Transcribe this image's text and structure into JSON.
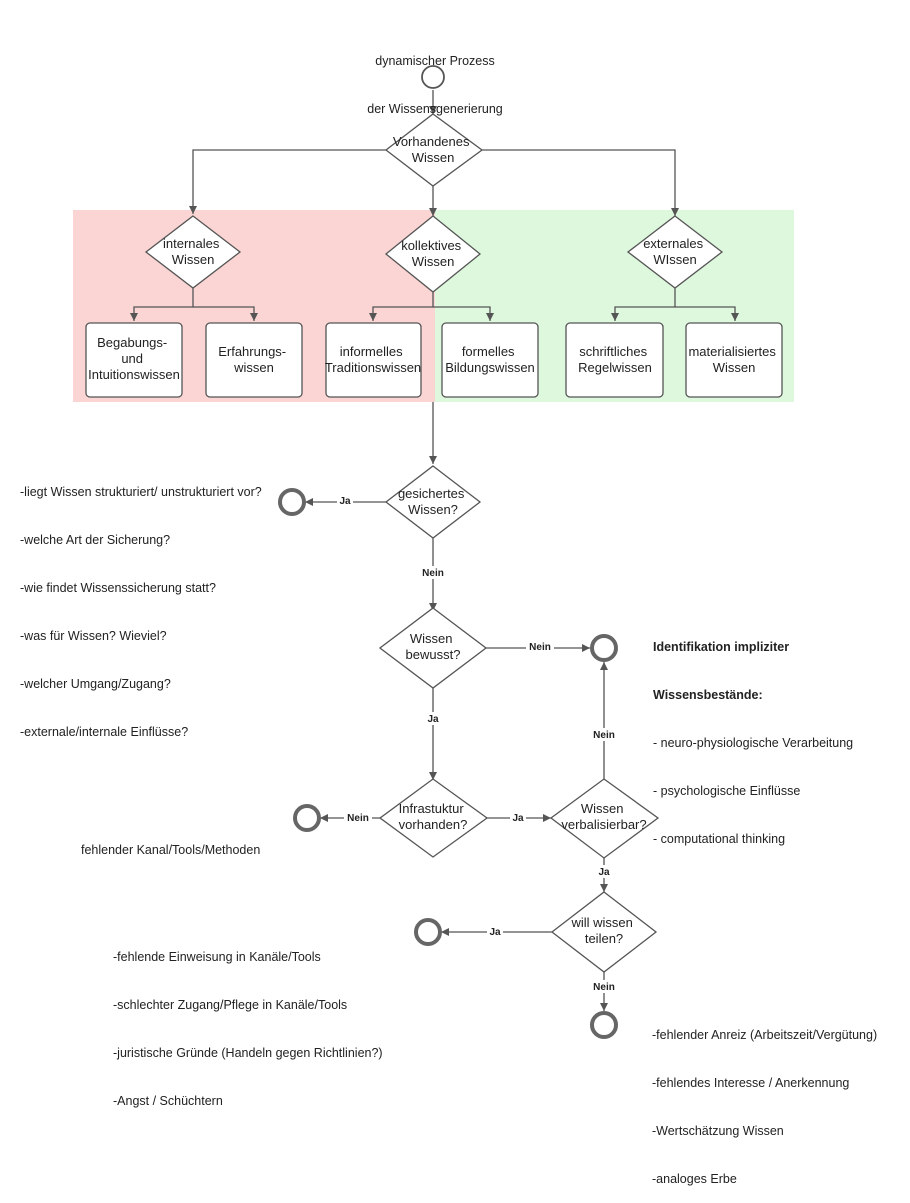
{
  "title": [
    "dynamischer Prozess",
    "der Wissensgenerierung"
  ],
  "nodes": {
    "vorhandenes": [
      "Vorhandenes",
      "Wissen"
    ],
    "internales": [
      "internales",
      "Wissen"
    ],
    "kollektives": [
      "kollektives",
      "Wissen"
    ],
    "externales": [
      "externales",
      "WIssen"
    ],
    "begabung": [
      "Begabungs-",
      "und",
      "Intuitionswissen"
    ],
    "erfahrung": [
      "Erfahrungs-",
      "wissen"
    ],
    "informell": [
      "informelles",
      "Traditionswissen"
    ],
    "formell": [
      "formelles",
      "Bildungswissen"
    ],
    "schriftlich": [
      "schriftliches",
      "Regelwissen"
    ],
    "materialisiert": [
      "materialisiertes",
      "Wissen"
    ],
    "gesichert": [
      "gesichertes",
      "Wissen?"
    ],
    "bewusst": [
      "Wissen",
      "bewusst?"
    ],
    "infrastruktur": [
      "Infrastuktur",
      "vorhanden?"
    ],
    "verbalisierbar": [
      "Wissen",
      "verbalisierbar?"
    ],
    "teilen": [
      "will wissen",
      "teilen?"
    ]
  },
  "edge_labels": {
    "ja": "Ja",
    "nein": "Nein"
  },
  "notes": {
    "sicherung": [
      "-liegt Wissen strukturiert/ unstrukturiert vor?",
      "-welche Art der Sicherung?",
      "-wie findet Wissenssicherung statt?",
      "-was für Wissen? Wieviel?",
      "-welcher Umgang/Zugang?",
      "-externale/internale Einflüsse?"
    ],
    "identifikation_heading": [
      "Identifikation impliziter",
      "Wissensbestände:"
    ],
    "identifikation": [
      "- neuro-physiologische Verarbeitung",
      "- psychologische Einflüsse",
      "- computational thinking"
    ],
    "kanal": "fehlender Kanal/Tools/Methoden",
    "einweisung": [
      "-fehlende Einweisung in Kanäle/Tools",
      "-schlechter Zugang/Pflege in Kanäle/Tools",
      "-juristische Gründe (Handeln gegen Richtlinien?)",
      "-Angst / Schüchtern"
    ],
    "anreiz": [
      "-fehlender Anreiz (Arbeitszeit/Vergütung)",
      "-fehlendes Interesse / Anerkennung",
      "-Wertschätzung Wissen",
      "-analoges Erbe"
    ]
  },
  "colors": {
    "internal_zone": "#fbd5d4",
    "external_zone": "#def8dd",
    "stroke": "#555555",
    "terminal_stroke": "#666666"
  }
}
